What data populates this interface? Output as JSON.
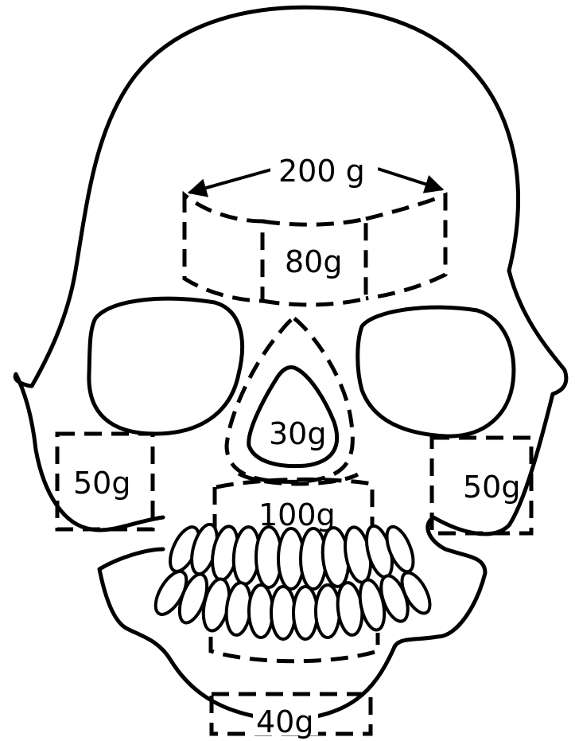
{
  "labels": {
    "total": "200 g",
    "forehead": "80g",
    "nasal": "30g",
    "left_cheek": "50g",
    "right_cheek": "50g",
    "upper_jaw": "100g",
    "chin": "40g"
  }
}
